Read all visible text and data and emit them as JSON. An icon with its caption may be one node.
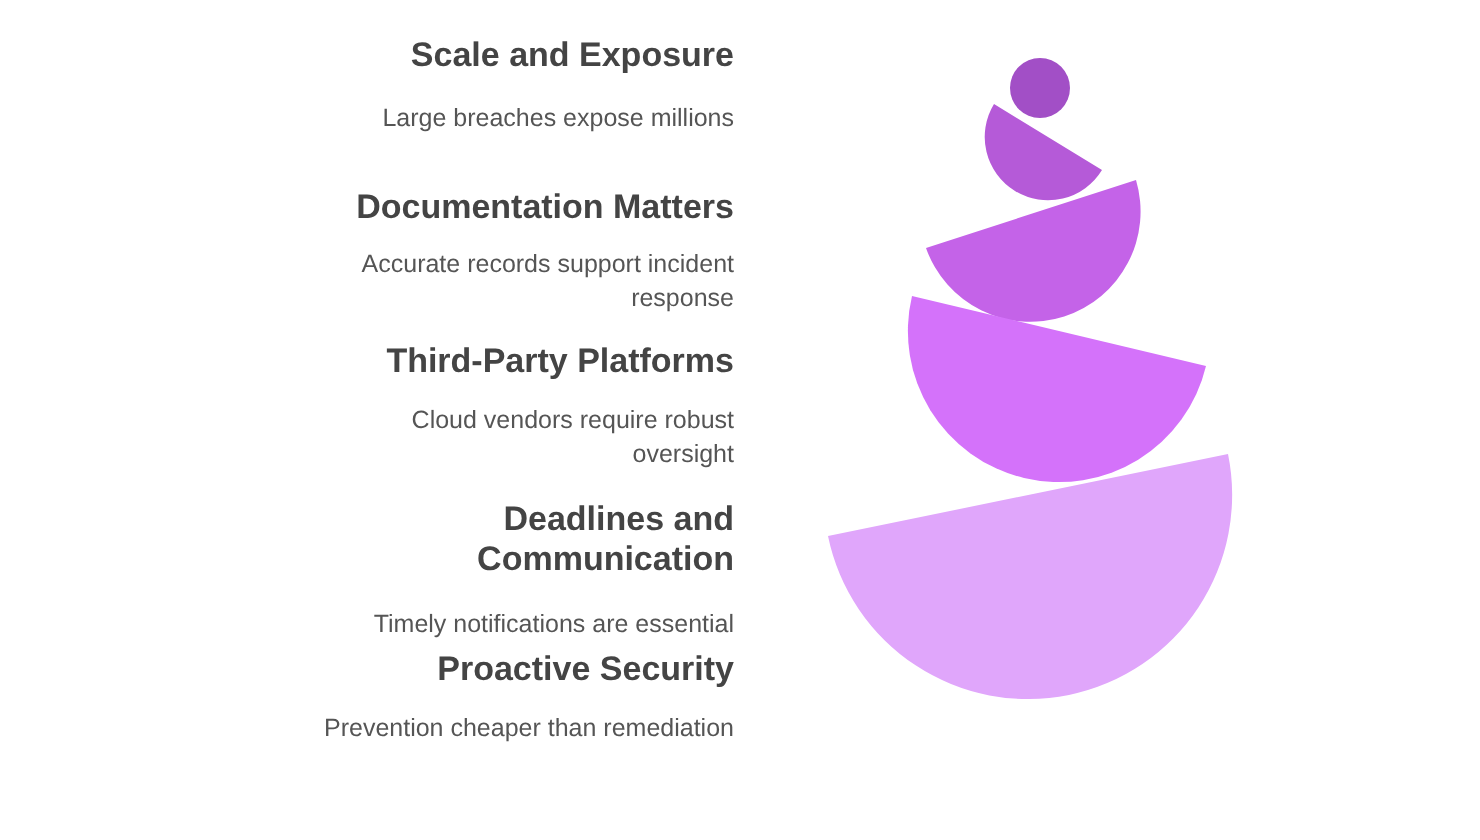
{
  "diagram": {
    "labels": [
      "Scale and Exposure",
      "Large breaches expose millions",
      "Documentation Matters",
      "Accurate records support incident response",
      "Third-Party Platforms",
      "Cloud vendors require robust oversight",
      "Deadlines and Communication",
      "Timely notifications are essential",
      "Proactive Security",
      "Prevention cheaper than remediation"
    ]
  }
}
